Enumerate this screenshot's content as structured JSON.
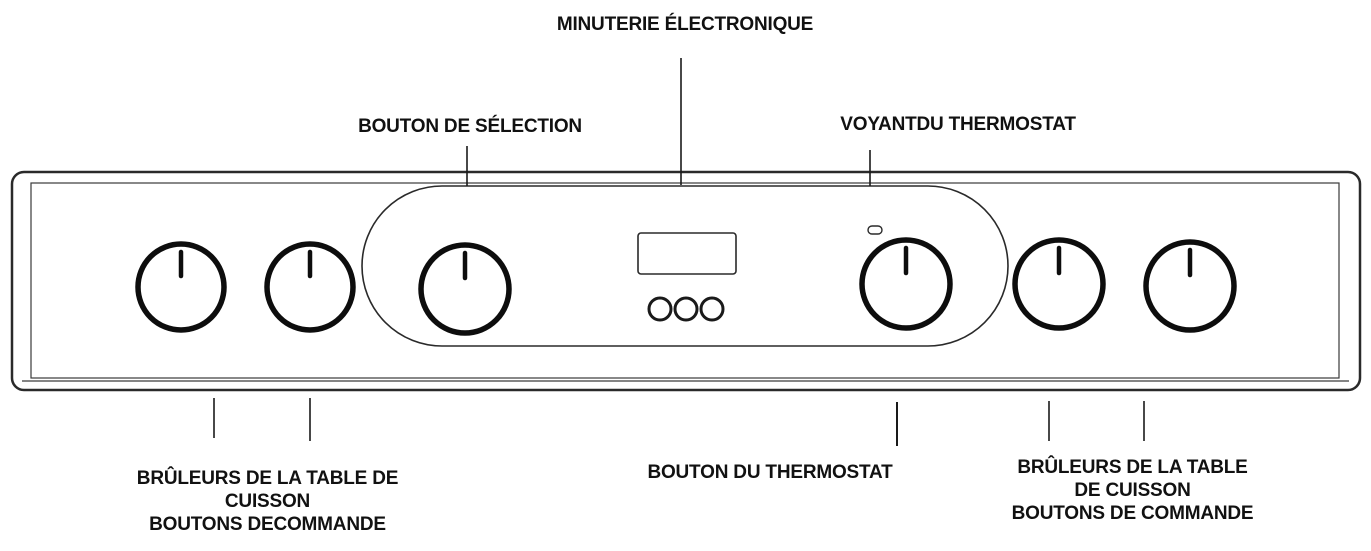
{
  "labels": {
    "timer": "MINUTERIE ÉLECTRONIQUE",
    "selector": "BOUTON DE SÉLECTION",
    "thermostat_light": "VOYANTDU THERMOSTAT",
    "thermostat_knob": "BOUTON DU THERMOSTAT",
    "left_burners": {
      "line1": "BRÛLEURS DE LA TABLE DE",
      "line2": "CUISSON",
      "line3": "BOUTONS DECOMMANDE"
    },
    "right_burners": {
      "line1": "BRÛLEURS DE LA TABLE",
      "line2": "DE CUISSON",
      "line3": "BOUTONS DE COMMANDE"
    }
  },
  "colors": {
    "stroke": "#1a1a1a",
    "panel_fill": "#ffffff"
  }
}
